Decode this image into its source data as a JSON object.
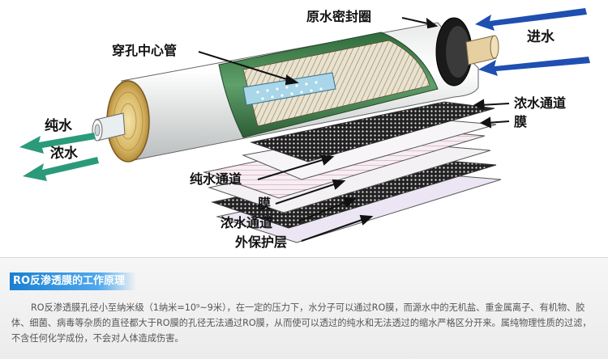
{
  "labels": {
    "seal_ring": "原水密封圈",
    "inlet": "进水",
    "center_tube": "穿孔中心管",
    "concentrate_channel_right": "浓水通道",
    "membrane_right": "膜",
    "pure_water_out": "纯水",
    "concentrate_out": "浓水",
    "pure_water_channel": "纯水通道",
    "membrane_bottom": "膜",
    "concentrate_channel_bottom": "浓水通道",
    "outer_layer": "外保护层"
  },
  "panel": {
    "title": "RO反渗透膜的工作原理",
    "text": "RO反渗透膜孔径小至纳米级（1纳米=10⁹~9米），在一定的压力下，水分子可以通过RO膜，而源水中的无机盐、重金属离子、有机物、胶体、细菌、病毒等杂质的直径都大于RO膜的孔径无法通过RO膜，从而使可以透过的纯水和无法透过的缩水严格区分开来。属纯物理性质的过滤，不含任何化学成份，不会对人体造成伤害。"
  },
  "colors": {
    "inlet_arrow": "#1f4fb0",
    "outlet_arrow": "#2a9a7a",
    "label_text": "#111111",
    "panel_title_bg": "#1b7fd0"
  }
}
